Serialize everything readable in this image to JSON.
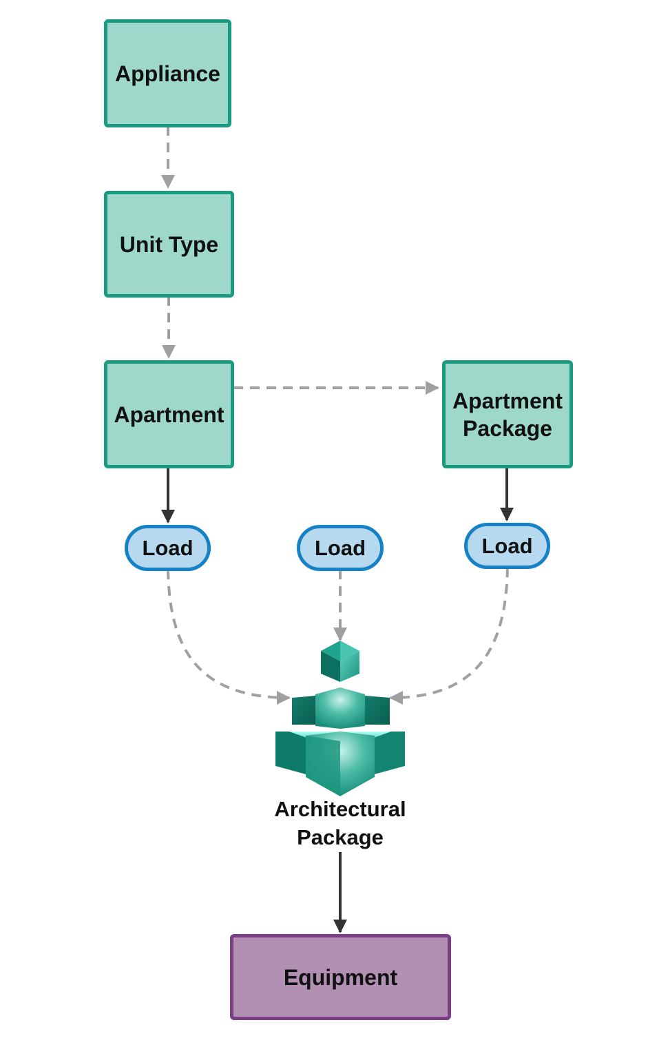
{
  "nodes": {
    "appliance": "Appliance",
    "unit_type": "Unit Type",
    "apartment": "Apartment",
    "apartment_package": [
      "Apartment",
      "Package"
    ],
    "load_left": "Load",
    "load_center": "Load",
    "load_right": "Load",
    "architectural_package": [
      "Architectural",
      "Package"
    ],
    "equipment": "Equipment"
  },
  "icons": {
    "architectural_package": "stacked-cubes-icon"
  },
  "colors": {
    "teal_fill": "#9dd8cb",
    "teal_border": "#1a9b80",
    "load_fill": "#b7d9f0",
    "load_border": "#1681c4",
    "equipment_fill": "#b190b3",
    "equipment_border": "#7b3f86",
    "dashed_link": "#a0a0a0",
    "solid_link": "#333333"
  },
  "edges": [
    {
      "from": "appliance",
      "to": "unit_type",
      "style": "dashed"
    },
    {
      "from": "unit_type",
      "to": "apartment",
      "style": "dashed"
    },
    {
      "from": "apartment",
      "to": "apartment_package",
      "style": "dashed"
    },
    {
      "from": "apartment",
      "to": "load_left",
      "style": "solid"
    },
    {
      "from": "apartment_package",
      "to": "load_right",
      "style": "solid"
    },
    {
      "from": "load_left",
      "to": "architectural_package",
      "style": "dashed"
    },
    {
      "from": "load_center",
      "to": "architectural_package",
      "style": "dashed"
    },
    {
      "from": "load_right",
      "to": "architectural_package",
      "style": "dashed"
    },
    {
      "from": "architectural_package",
      "to": "equipment",
      "style": "solid"
    }
  ]
}
